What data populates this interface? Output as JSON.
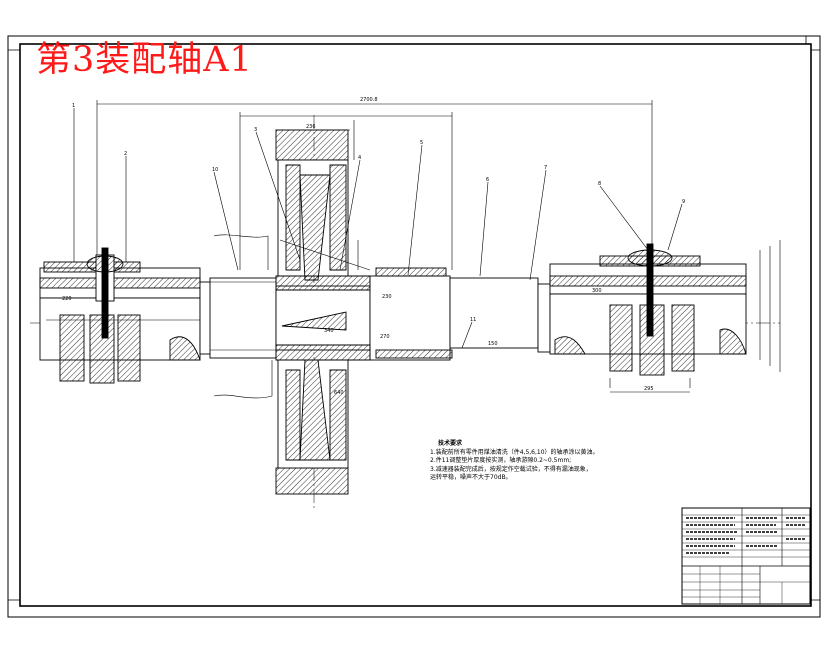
{
  "drawing": {
    "title": "第3装配轴A1",
    "colors": {
      "title": "#ff1a1a",
      "line": "#000000",
      "paper": "#ffffff"
    }
  },
  "notes": {
    "heading": "技术要求",
    "items": [
      "1.装配前所有零件用煤油清洗（件4,5,6,10）的轴承涂以黄油。",
      "2.件11调整垫片厚度按实测，轴承游隙0.2~0.5mm;",
      "3.减速器装配完成后，按规定作空载试验，不得有漏油现象，",
      "  运转平稳，噪声不大于70dB。"
    ]
  },
  "dimensions": {
    "overall": "2700.8",
    "d1": "236",
    "d2": "220",
    "d3": "230",
    "d4": "270",
    "d5": "340",
    "d6": "150",
    "d7": "640",
    "d8": "295",
    "d9": "300"
  },
  "balloons": [
    "1",
    "2",
    "3",
    "4",
    "5",
    "6",
    "7",
    "8",
    "9",
    "10",
    "11"
  ]
}
